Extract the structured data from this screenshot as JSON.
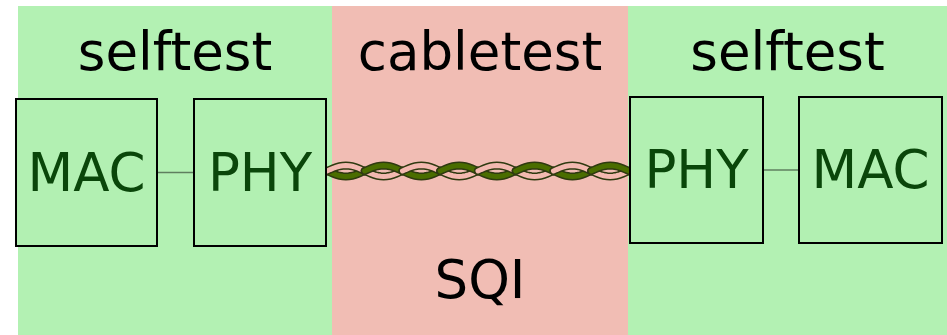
{
  "diagram": {
    "nodes": [
      {
        "text": [
          "selftest"
        ]
      },
      {
        "text": [
          "MAC"
        ],
        "in": 0
      },
      {
        "text": [
          "PHY"
        ],
        "in": 0
      },
      {
        "text": [
          "cabletest",
          "SQI"
        ]
      },
      {
        "text": [
          "selftest"
        ]
      },
      {
        "text": [
          "PHY"
        ],
        "in": 4
      },
      {
        "text": [
          "MAC"
        ],
        "in": 4
      }
    ],
    "edges": [
      {
        "from": 1,
        "to": 2,
        "arrow": "none"
      },
      {
        "from": 2,
        "to": 5,
        "arrow": "none"
      },
      {
        "from": 5,
        "to": 6,
        "arrow": "none"
      }
    ]
  }
}
